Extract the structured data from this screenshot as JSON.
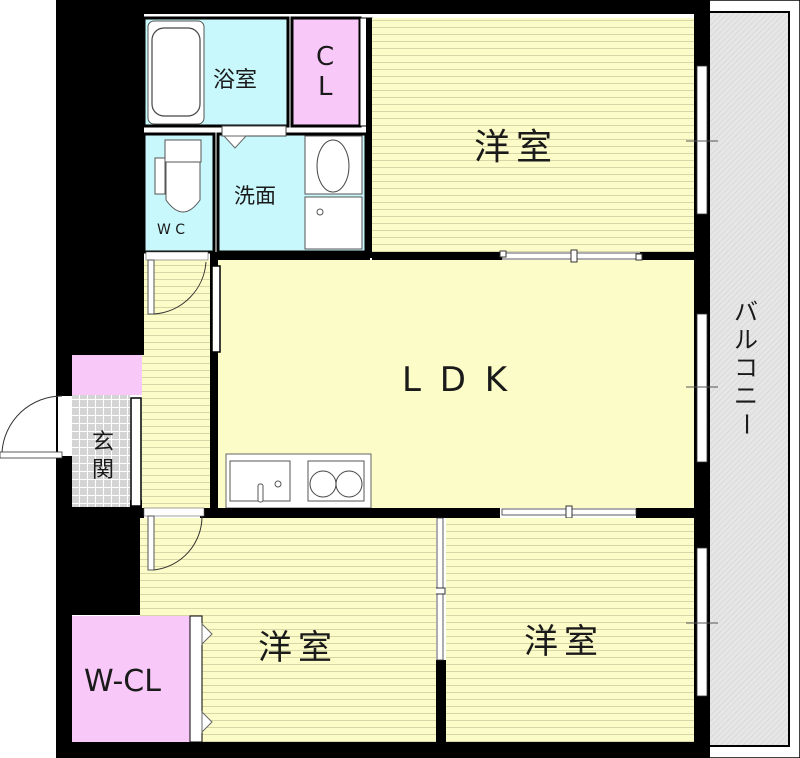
{
  "plan": {
    "title": "Floor plan",
    "colors": {
      "wall": "#000000",
      "wet_area": "#c8f8fc",
      "closet": "#f8c8f8",
      "floor": "#fcfcc8",
      "floor_line": "#d8d8a8",
      "entrance_tile": "#d8d8d8",
      "balcony": "#e4e4e4"
    },
    "rooms": {
      "bath": "浴室",
      "closet_top": "C\nL",
      "closet_top_c": "C",
      "closet_top_l": "L",
      "washroom": "洗面",
      "toilet": "W C",
      "western_room_ne": "洋室",
      "ldk": "L D K",
      "entrance_1": "玄",
      "entrance_2": "関",
      "walk_in_closet": "W-CL",
      "western_room_sw": "洋室",
      "western_room_se": "洋室",
      "balcony_chars": [
        "バ",
        "ル",
        "コ",
        "ニ",
        "ー"
      ]
    }
  }
}
